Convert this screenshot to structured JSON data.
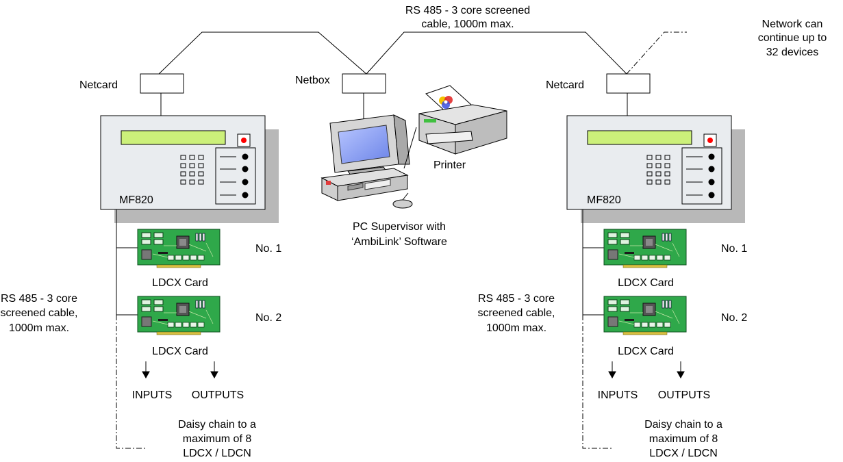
{
  "network_cable_label": [
    "RS 485 - 3 core screened",
    "cable, 1000m max."
  ],
  "network_continue_label": [
    "Network can",
    "continue up to",
    "32 devices"
  ],
  "netcard_label": "Netcard",
  "netbox_label": "Netbox",
  "printer_label": "Printer",
  "pc_label": [
    "PC Supervisor with",
    "‘AmbiLink’ Software"
  ],
  "panel_label": "MF820",
  "card_label": "LDCX Card",
  "card_numbers": [
    "No. 1",
    "No. 2"
  ],
  "bus_cable_label": [
    "RS 485 - 3 core",
    "screened cable,",
    "1000m max."
  ],
  "inputs_label": "INPUTS",
  "outputs_label": "OUTPUTS",
  "daisy_label": [
    "Daisy chain to a",
    "maximum of 8",
    "LDCX / LDCN"
  ],
  "colors": {
    "panel_face": "#e9ecef",
    "panel_shadow": "#b8b8b8",
    "display": "#ccf07a",
    "pcb": "#2fa84a",
    "led": "#ff0000",
    "screen": "#8c9ff0"
  }
}
